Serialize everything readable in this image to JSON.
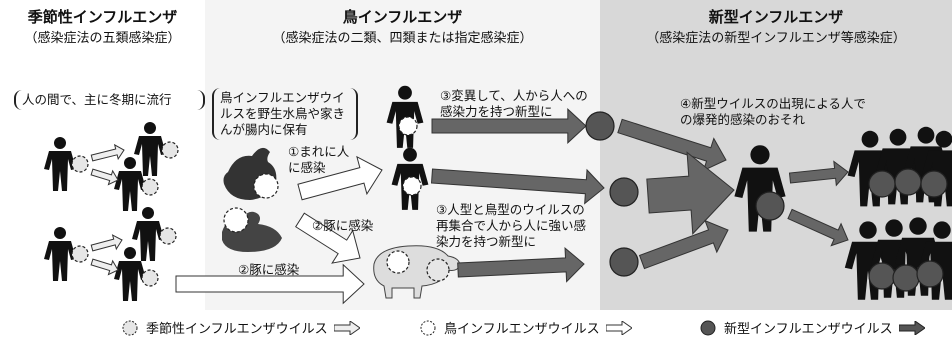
{
  "columns": [
    {
      "title": "季節性インフルエンザ",
      "subtitle": "（感染症法の五類感染症）",
      "bg": "#ffffff"
    },
    {
      "title": "鳥インフルエンザ",
      "subtitle": "（感染症法の二類、四類または指定感染症）",
      "bg": "#f4f4f4"
    },
    {
      "title": "新型インフルエンザ",
      "subtitle": "（感染症法の新型インフルエンザ等感染症）",
      "bg": "#d8d8d8"
    }
  ],
  "notes": {
    "seasonal": "人の間で、主に冬期に流行",
    "bird_host": "鳥インフルエンザウイルスを野生水鳥や家きんが腸内に保有",
    "rare_human": "①まれに人に感染",
    "pig1": "②豚に感染",
    "pig2": "②豚に感染",
    "mutation": "③変異して、人から人への感染力を持つ新型に",
    "reassort": "③人型と鳥型のウイルスの再集合で人から人に強い感染力を持つ新型に",
    "pandemic": "④新型ウイルスの出現による人での爆発的感染のおそれ"
  },
  "legend": [
    {
      "label": "季節性インフルエンザウイルス",
      "fill": "#e6e6e6"
    },
    {
      "label": "鳥インフルエンザウイルス",
      "fill": "#ffffff"
    },
    {
      "label": "新型インフルエンザウイルス",
      "fill": "#555555"
    }
  ]
}
